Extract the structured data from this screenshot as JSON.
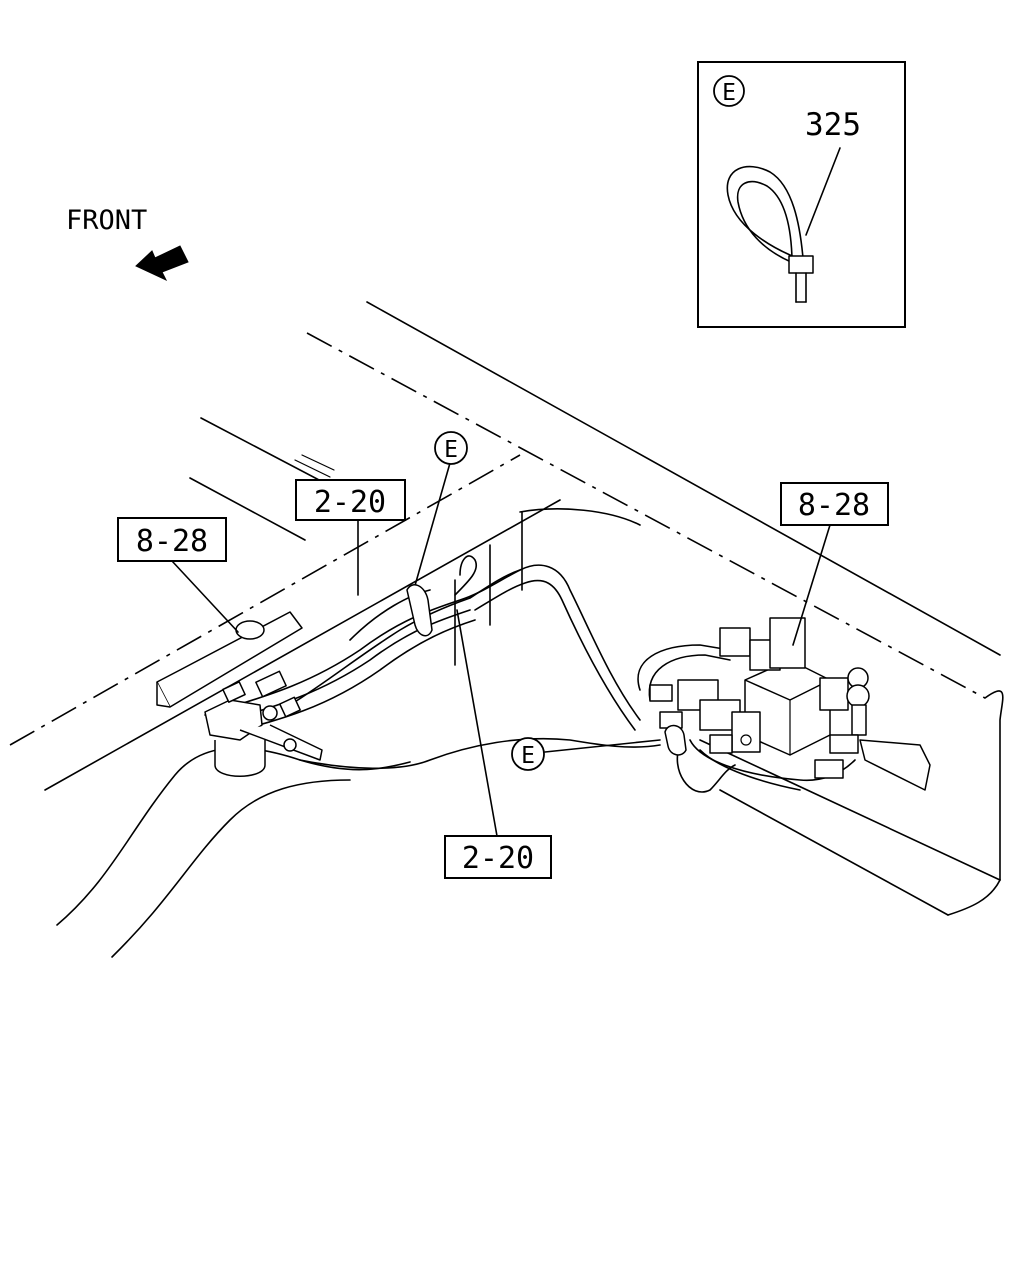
{
  "direction": {
    "label": "FRONT"
  },
  "detail": {
    "callout": "E",
    "part_number": "325"
  },
  "callouts": {
    "ref_top_center": "2-20",
    "ref_left": "8-28",
    "ref_right": "8-28",
    "ref_bottom_center": "2-20",
    "clip_upper": "E",
    "clip_lower": "E"
  }
}
